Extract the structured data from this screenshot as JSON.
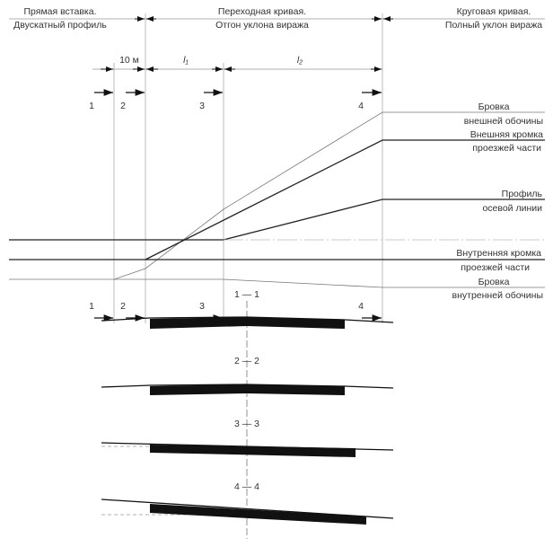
{
  "header": {
    "left": [
      "Прямая вставка.",
      "Двускатный профиль"
    ],
    "middle": [
      "Переходная кривая.",
      "Отгон уклона виража"
    ],
    "right": [
      "Круговая кривая.",
      "Полный уклон виража"
    ]
  },
  "dimensions": {
    "first": "10 м",
    "l1": "l₁",
    "l2": "l₂"
  },
  "section_marks": [
    "1",
    "2",
    "3",
    "4"
  ],
  "line_labels": {
    "outer_shoulder": [
      "Бровка",
      "внешней обочины"
    ],
    "outer_edge": [
      "Внешняя кромка",
      "проезжей части"
    ],
    "axis_profile": [
      "Профиль",
      "осевой линии"
    ],
    "inner_edge": [
      "Внутренняя кромка",
      "проезжей части"
    ],
    "inner_shoulder": [
      "Бровка",
      "внутренней обочины"
    ]
  },
  "cross_sections": [
    "1 — 1",
    "2 — 2",
    "3 — 3",
    "4 — 4"
  ]
}
